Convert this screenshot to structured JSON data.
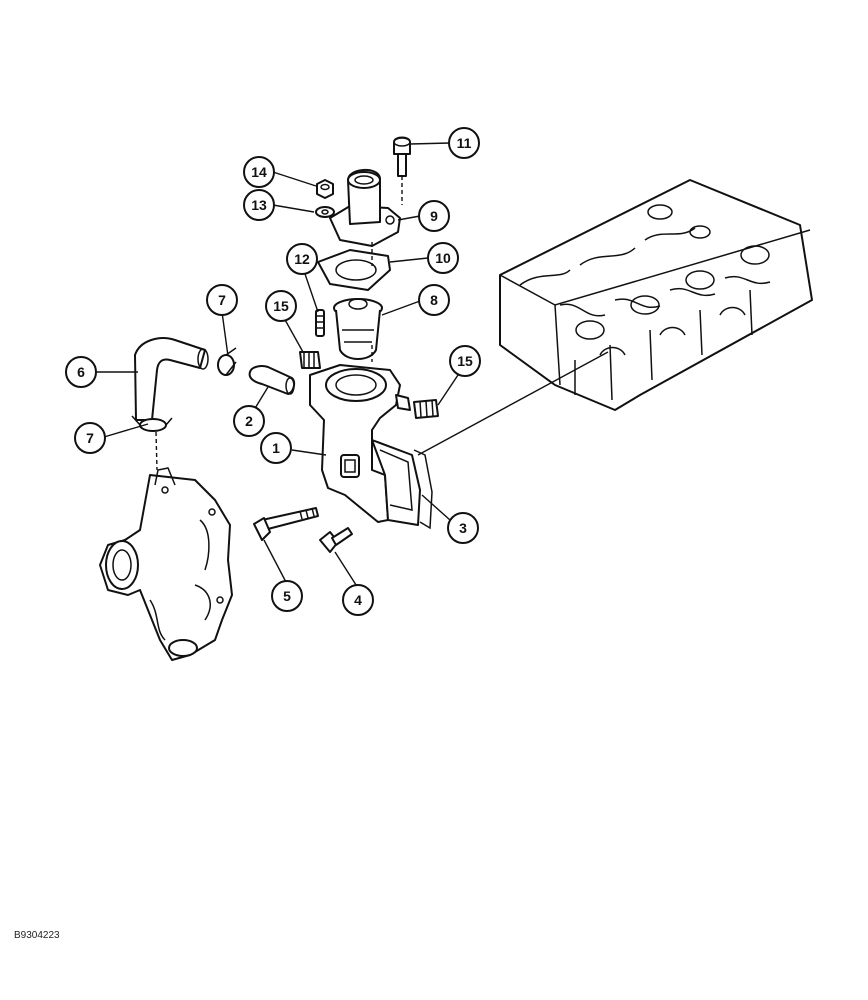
{
  "figure": {
    "code": "B9304223"
  },
  "callouts": [
    {
      "label": "1"
    },
    {
      "label": "2"
    },
    {
      "label": "3"
    },
    {
      "label": "4"
    },
    {
      "label": "5"
    },
    {
      "label": "6"
    },
    {
      "label": "7"
    },
    {
      "label": "7"
    },
    {
      "label": "8"
    },
    {
      "label": "9"
    },
    {
      "label": "10"
    },
    {
      "label": "11"
    },
    {
      "label": "12"
    },
    {
      "label": "13"
    },
    {
      "label": "14"
    },
    {
      "label": "15"
    },
    {
      "label": "15"
    }
  ]
}
